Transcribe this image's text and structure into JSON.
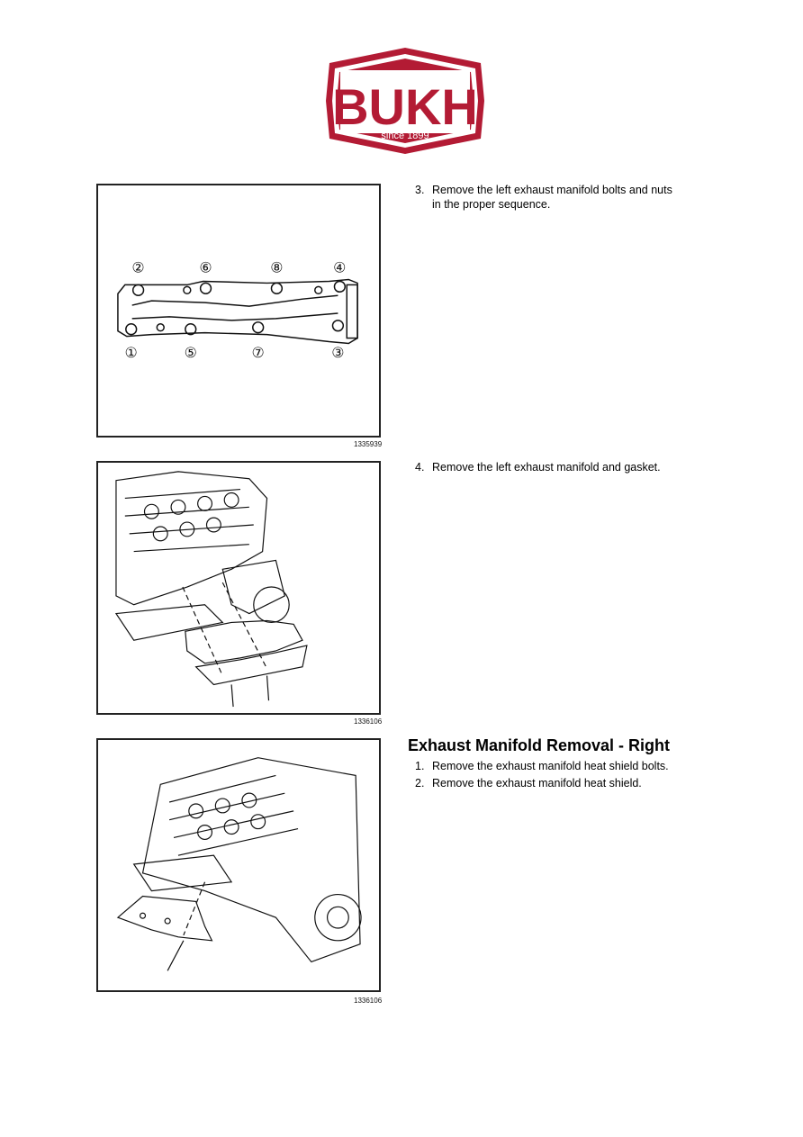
{
  "logo": {
    "brand": "BUKH",
    "tagline": "since 1899",
    "color": "#b31b34"
  },
  "figures": [
    {
      "id": "1335939",
      "bolt_numbers_top": [
        "②",
        "⑥",
        "⑧",
        "④"
      ],
      "bolt_numbers_bottom": [
        "①",
        "⑤",
        "⑦",
        "③"
      ]
    },
    {
      "id": "1336106"
    },
    {
      "id": "1336106"
    }
  ],
  "steps": {
    "step3": {
      "num": "3.",
      "lines": [
        "Remove the left exhaust manifold bolts and nuts",
        "in the proper sequence."
      ]
    },
    "step4": {
      "num": "4.",
      "text": "Remove the left exhaust manifold and gasket."
    }
  },
  "section": {
    "title": "Exhaust Manifold Removal - Right",
    "steps": [
      {
        "num": "1.",
        "text": "Remove the exhaust manifold heat shield bolts."
      },
      {
        "num": "2.",
        "text": "Remove the exhaust manifold heat shield."
      }
    ]
  }
}
